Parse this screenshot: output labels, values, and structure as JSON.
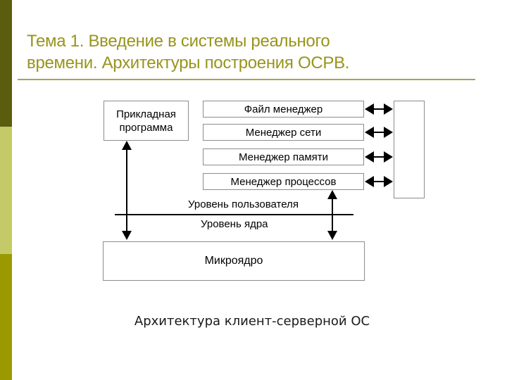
{
  "slide": {
    "title_lines": [
      "Тема 1. Введение в системы реального",
      "времени. Архитектуры построения ОСРВ."
    ],
    "caption": "Архитектура клиент-серверной ОС"
  },
  "diagram": {
    "app_box": "Прикладная программа",
    "managers": [
      "Файл менеджер",
      "Менеджер сети",
      "Менеджер памяти",
      "Менеджер процессов"
    ],
    "kernel_box": "Микроядро",
    "user_level_label": "Уровень пользователя",
    "kernel_level_label": "Уровень ядра"
  },
  "colors": {
    "title_text": "#98941c",
    "title_underline": "#a9a44b",
    "sidebar_top": "#5c5c0f",
    "sidebar_middle": "#c3ca67",
    "sidebar_bottom": "#9a9a00",
    "box_border": "#8c8c8c",
    "diagram_ink": "#000000"
  }
}
